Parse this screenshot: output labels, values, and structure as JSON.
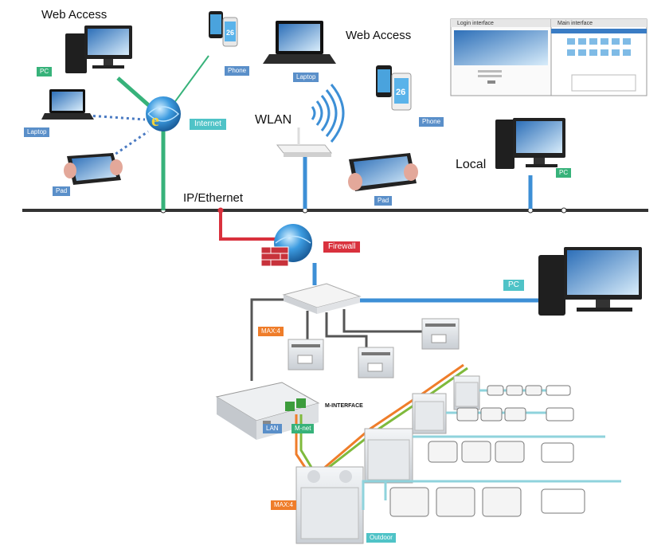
{
  "titles": {
    "web_access_left": "Web Access",
    "web_access_right": "Web Access",
    "wlan": "WLAN",
    "local": "Local",
    "ip_ethernet": "IP/Ethernet"
  },
  "labels": {
    "pc_top_left": "PC",
    "phone_top": "Phone",
    "laptop_left": "Laptop",
    "pad_left": "Pad",
    "internet": "Internet",
    "laptop_mid": "Laptop",
    "phone_mid": "Phone",
    "pad_mid": "Pad",
    "pc_local": "PC",
    "firewall": "Firewall",
    "pc_right": "PC",
    "max4_top": "MAX:4",
    "m_interface": "M-INTERFACE",
    "lan": "LAN",
    "m_net": "M-net",
    "max4_bottom": "MAX:4",
    "outdoor": "Outdoor"
  },
  "screenshot_panel": {
    "login_title": "Login interface",
    "main_title": "Main interface"
  },
  "phone_display": "26",
  "colors": {
    "backbone": "#333333",
    "internet_link": "#37b27a",
    "wlan_link": "#3d8fd6",
    "firewall_link": "#d9313d",
    "network_cable": "#555555",
    "mnet_orange": "#ef7d2a",
    "mnet_green": "#7fba3c",
    "refrigerant_pipe": "#8fd3dc"
  }
}
